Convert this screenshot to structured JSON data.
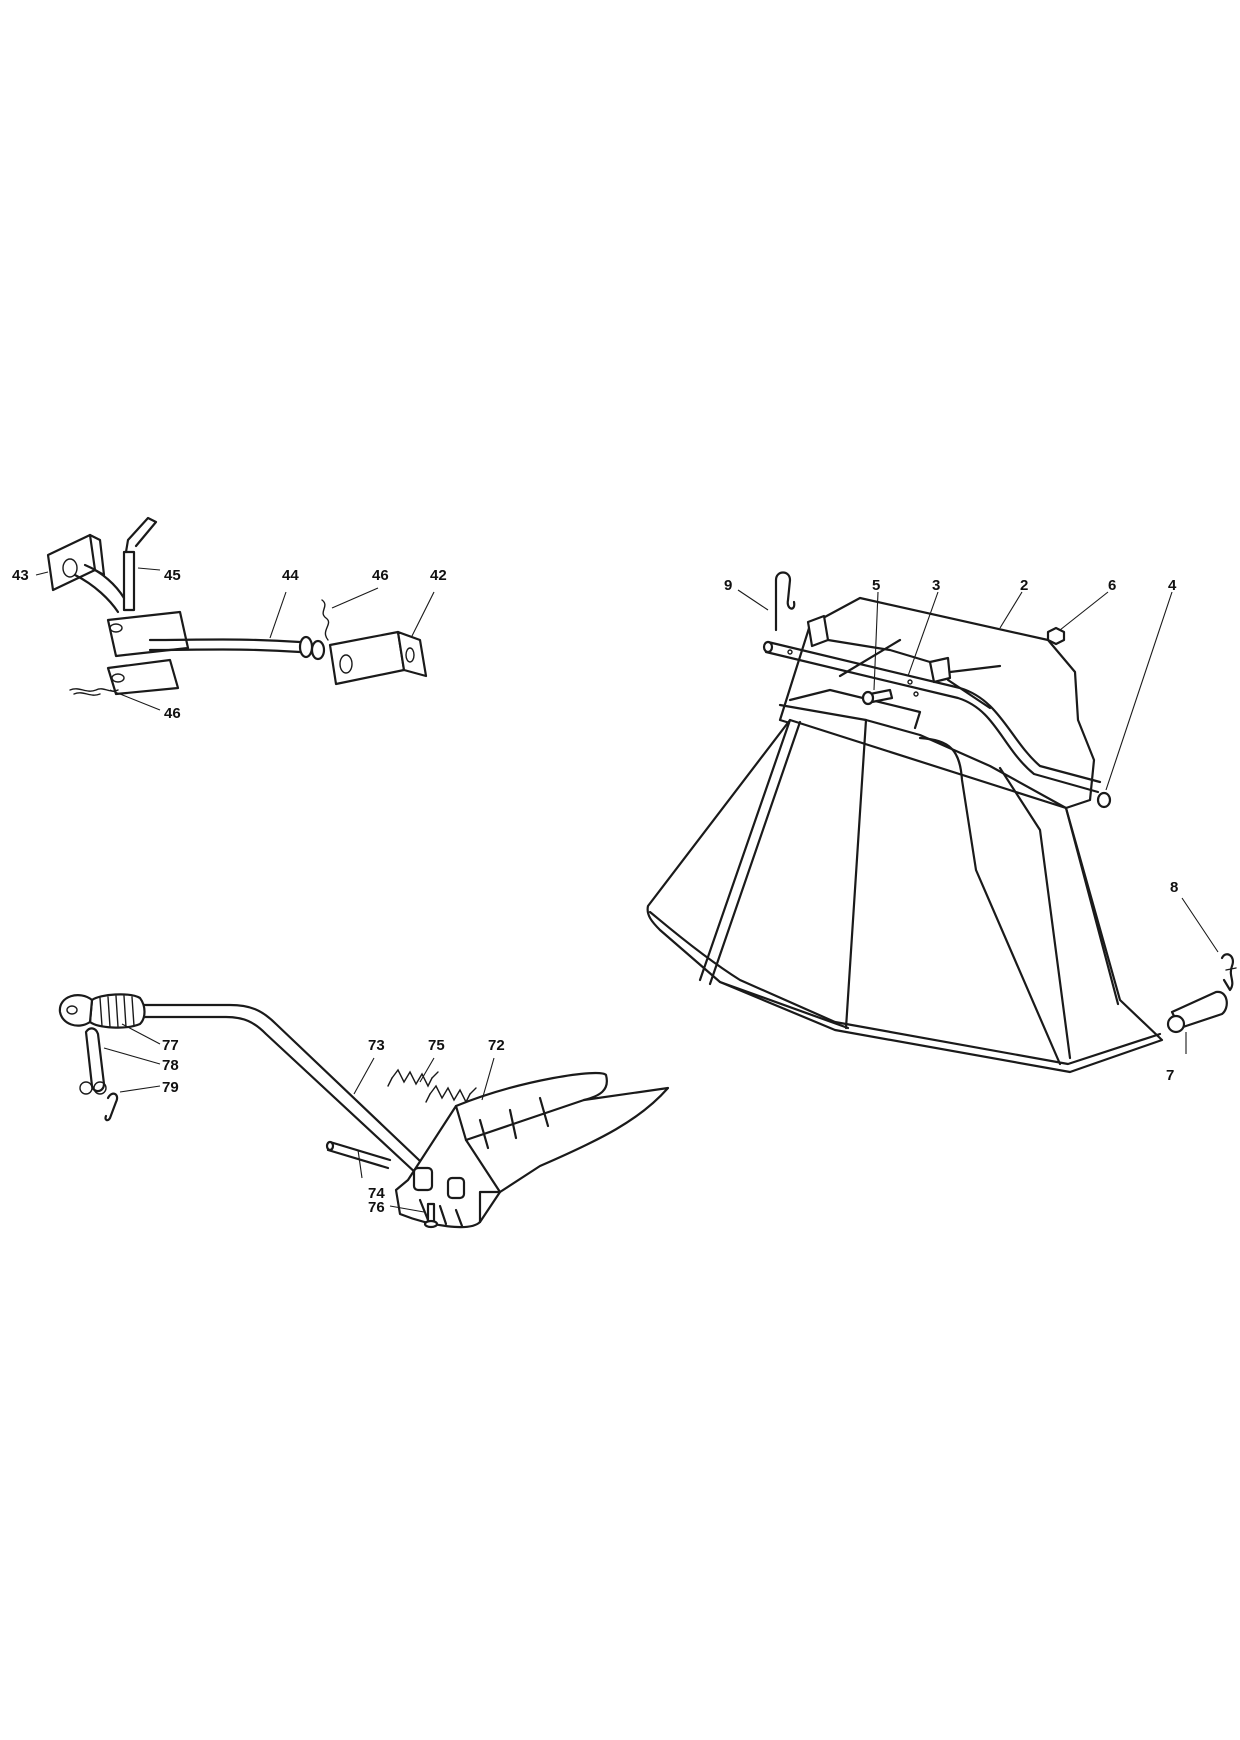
{
  "callouts": {
    "c43": "43",
    "c45": "45",
    "c44": "44",
    "c46a": "46",
    "c42": "42",
    "c46b": "46",
    "c9": "9",
    "c5": "5",
    "c3": "3",
    "c2": "2",
    "c6": "6",
    "c4": "4",
    "c8": "8",
    "c7": "7",
    "c77": "77",
    "c78": "78",
    "c79": "79",
    "c73": "73",
    "c75": "75",
    "c72": "72",
    "c74": "74",
    "c76": "76"
  }
}
